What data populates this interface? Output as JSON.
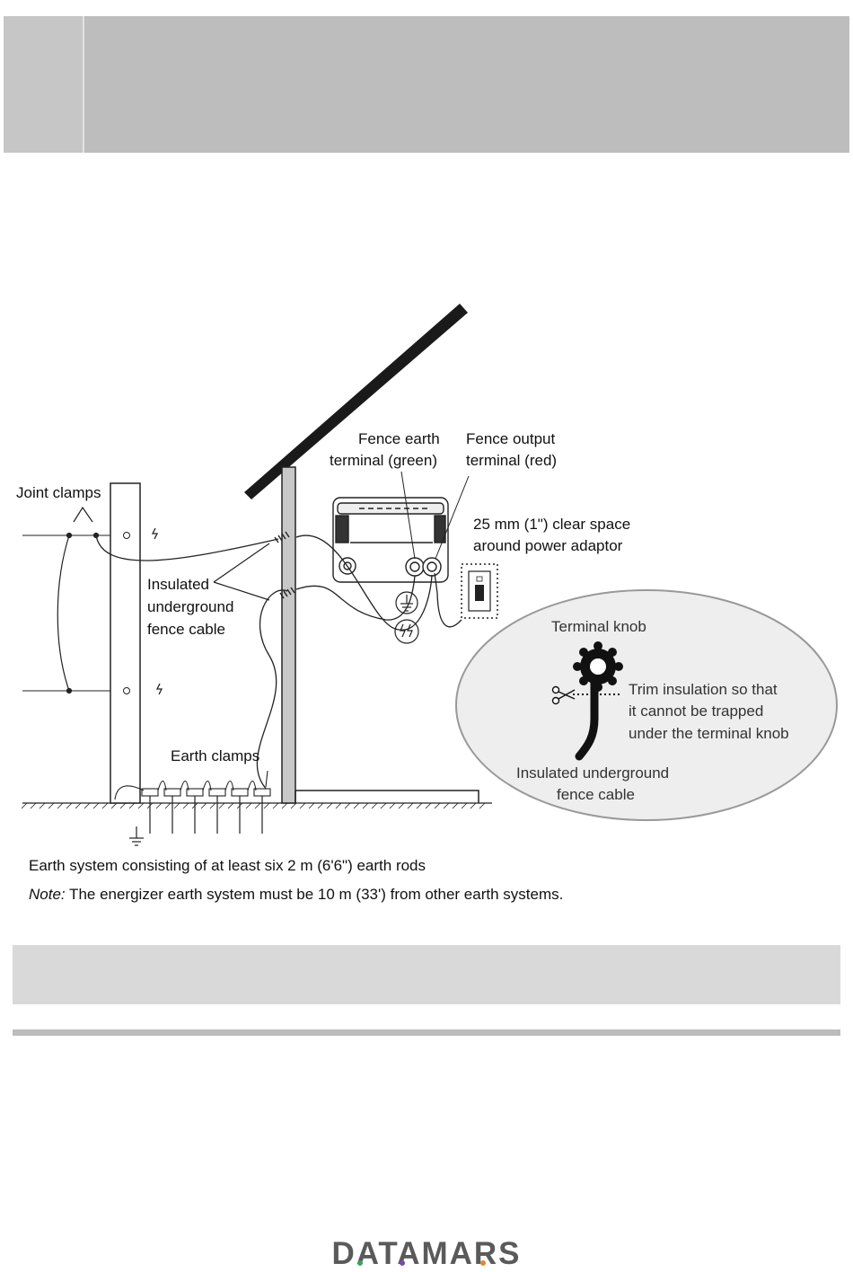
{
  "labels": {
    "joint_clamps": "Joint clamps",
    "fence_earth_terminal_1": "Fence earth",
    "fence_earth_terminal_2": "terminal (green)",
    "fence_output_terminal_1": "Fence output",
    "fence_output_terminal_2": "terminal (red)",
    "clear_space_1": "25 mm (1\") clear space",
    "clear_space_2": "around power adaptor",
    "insulated_cable_1": "Insulated",
    "insulated_cable_2": "underground",
    "insulated_cable_3": "fence cable",
    "earth_clamps": "Earth clamps",
    "terminal_knob": "Terminal knob",
    "trim_1": "Trim insulation so that",
    "trim_2": "it cannot be trapped",
    "trim_3": "under the terminal knob",
    "inset_cable_1": "Insulated underground",
    "inset_cable_2": "fence cable"
  },
  "captions": {
    "earth_system": "Earth system consisting of at least six 2 m (6'6\") earth rods",
    "note_prefix": "Note:",
    "note_text": " The energizer earth system must be 10 m (33') from other earth systems."
  },
  "brand": {
    "logo": "DATAMARS"
  },
  "colors": {
    "header_band": "#bdbdbd",
    "gray_band": "#d9d9d9",
    "rule": "#bcbcbc",
    "inset_fill": "#eeeeee",
    "logo_text": "#5a5a5a"
  }
}
